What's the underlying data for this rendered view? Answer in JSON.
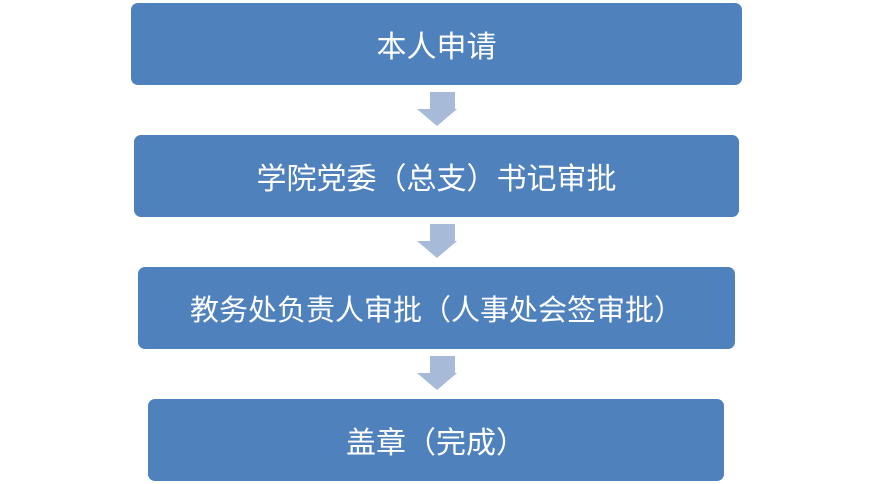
{
  "steps": [
    {
      "label": "本人申请"
    },
    {
      "label": "学院党委（总支）书记审批"
    },
    {
      "label": "教务处负责人审批（人事处会签审批）"
    },
    {
      "label": "盖章（完成）"
    }
  ],
  "colors": {
    "box": "#4f81bd",
    "arrow": "#a7bad8",
    "text": "#ffffff"
  }
}
